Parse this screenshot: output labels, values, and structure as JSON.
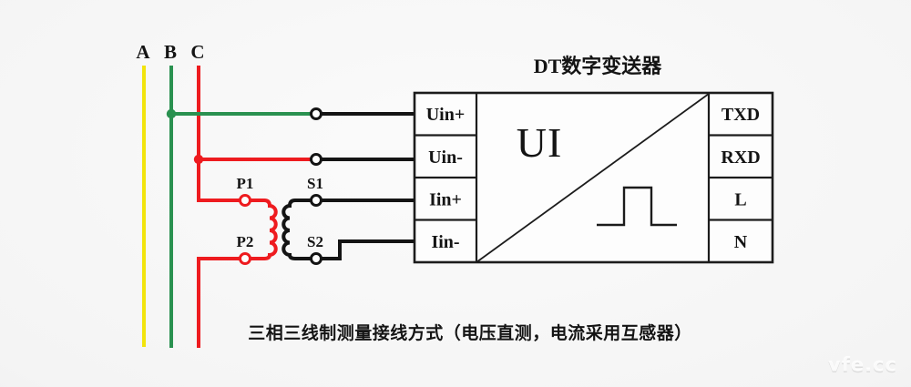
{
  "diagram": {
    "title": "DT数字变送器",
    "display_label": "UI",
    "caption": "三相三线制测量接线方式（电压直测，电流采用互感器）",
    "watermark": "vfe.cc"
  },
  "phases": {
    "a": "A",
    "b": "B",
    "c": "C"
  },
  "transformer": {
    "p1": "P1",
    "p2": "P2",
    "s1": "S1",
    "s2": "S2"
  },
  "terminals": {
    "inputs": [
      "Uin+",
      "Uin-",
      "Iin+",
      "Iin-"
    ],
    "outputs": [
      "TXD",
      "RXD",
      "L",
      "N"
    ]
  },
  "colors": {
    "phase_a": "#f2e40c",
    "phase_b": "#2a9150",
    "phase_c": "#ee1b1f",
    "wire": "#141414"
  }
}
